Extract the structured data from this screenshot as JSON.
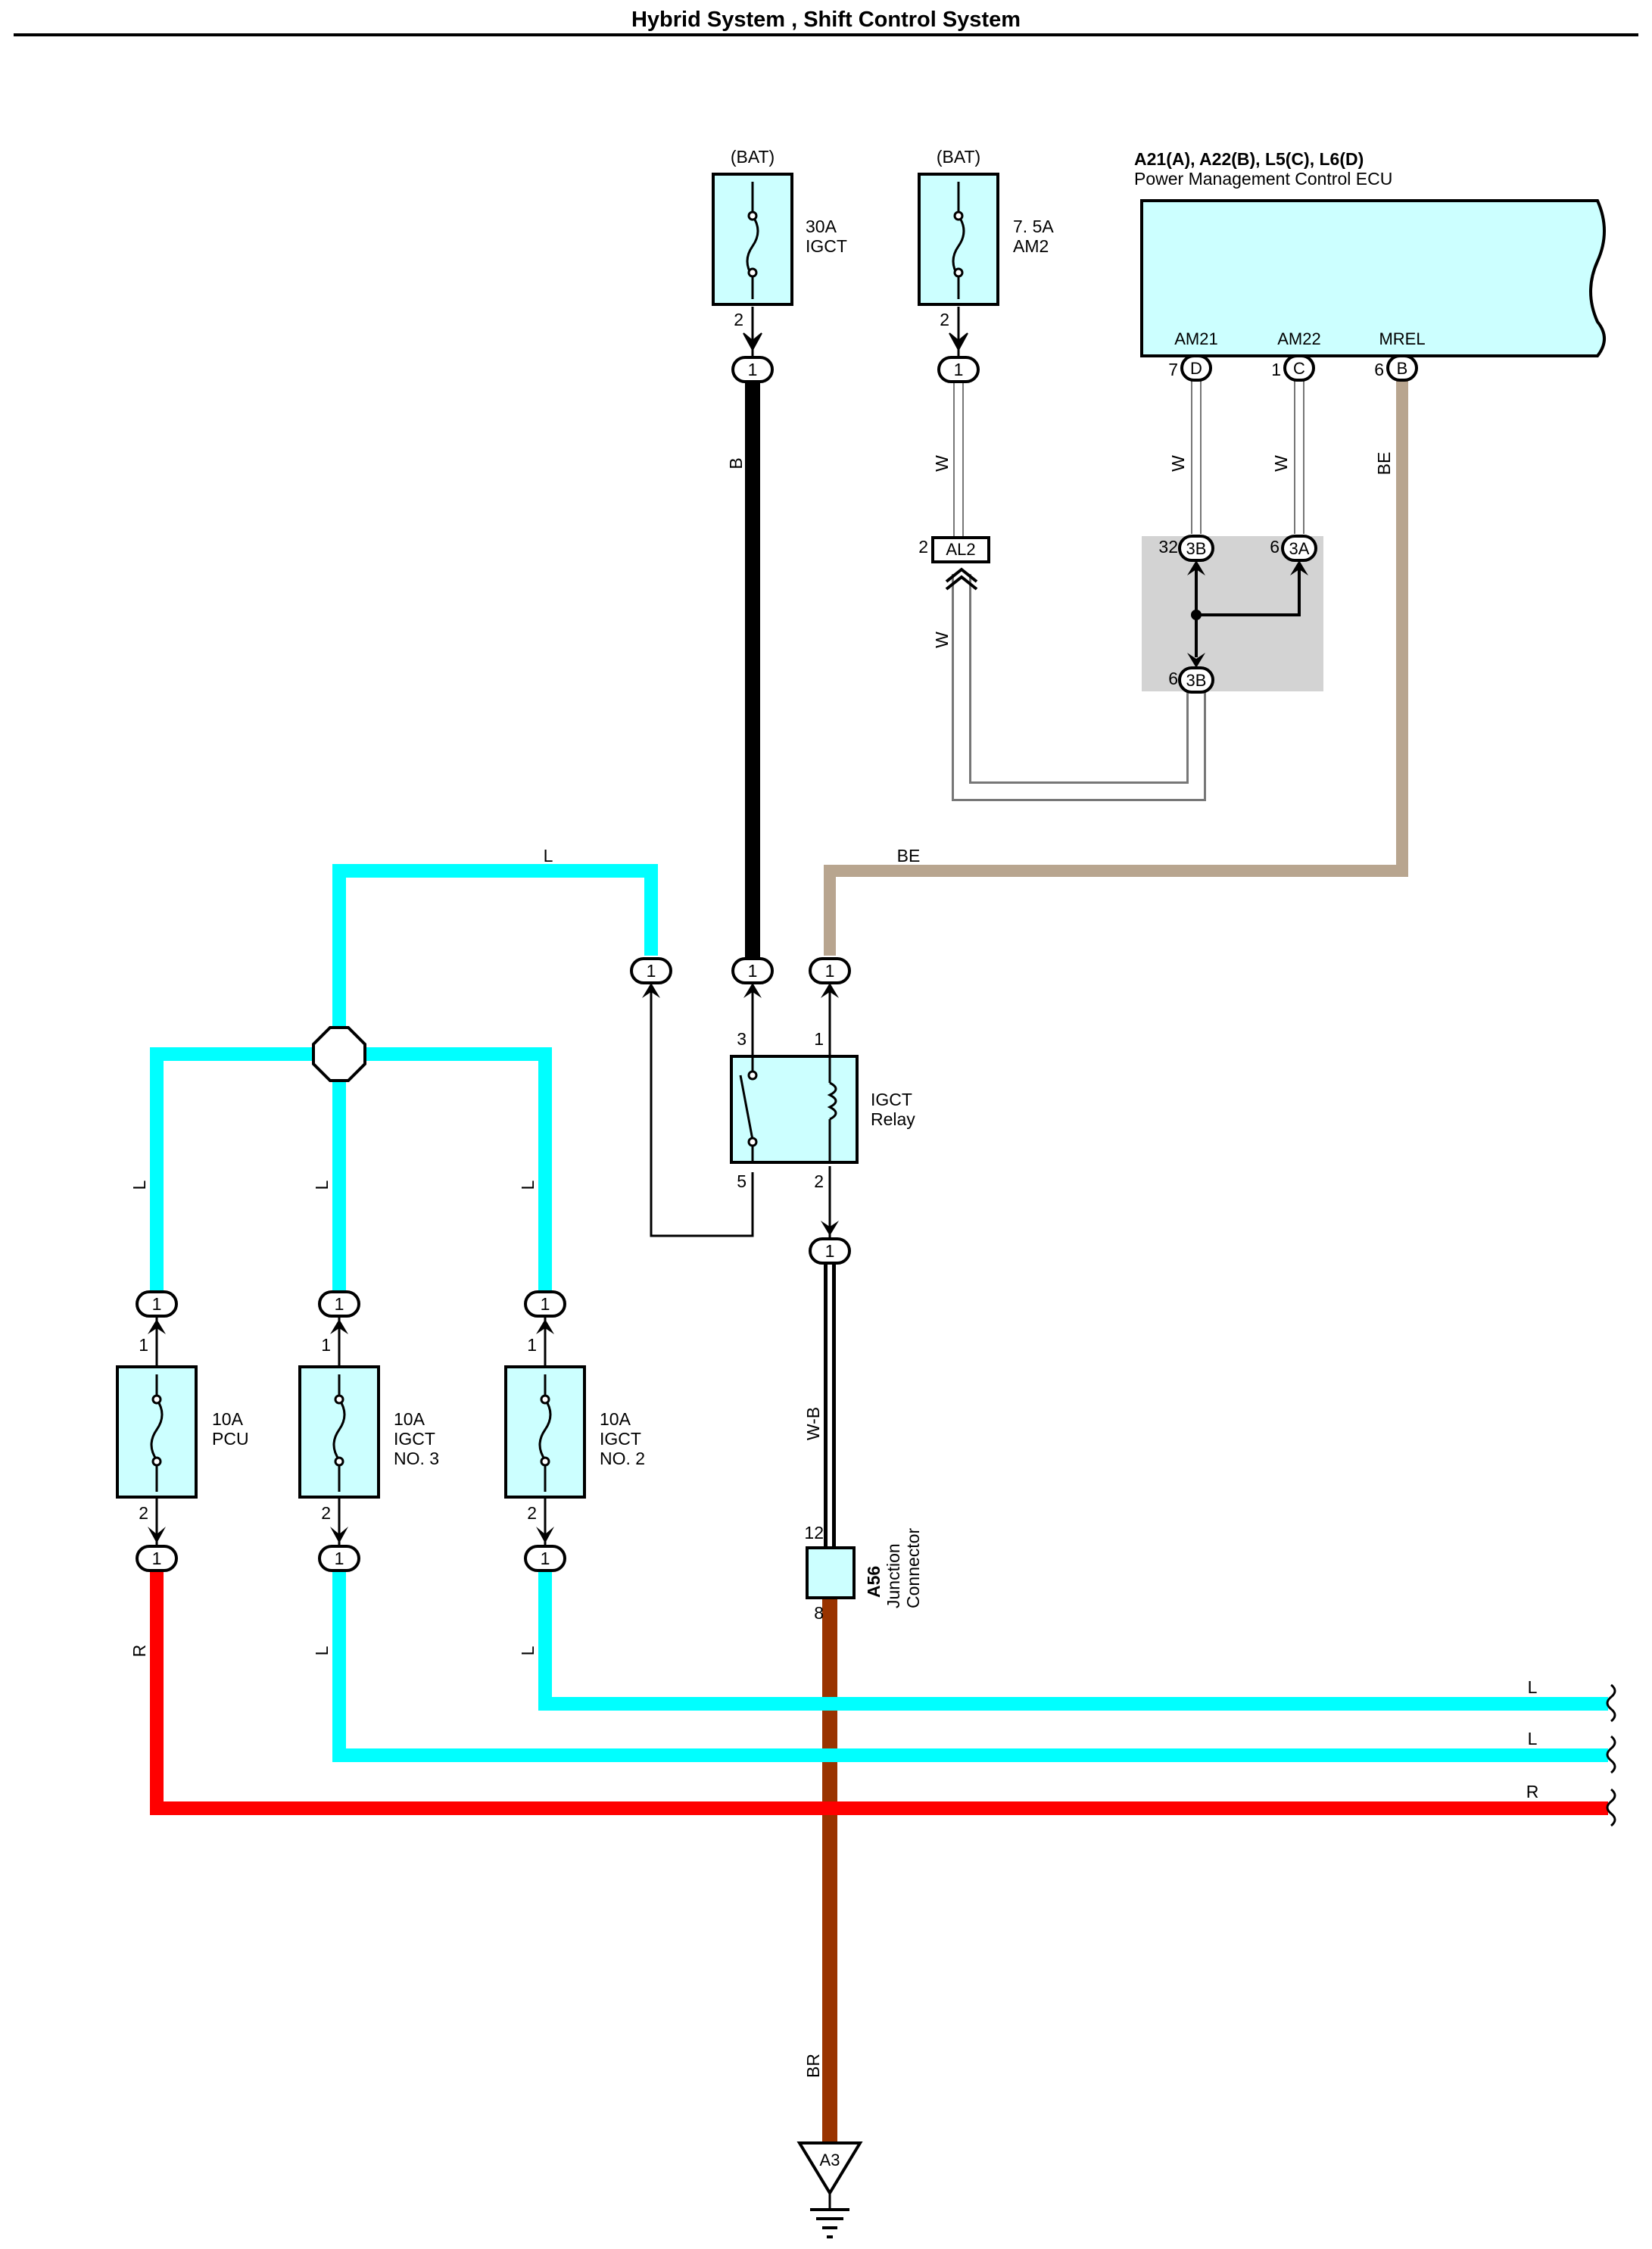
{
  "header": {
    "title": "Hybrid System , Shift Control System"
  },
  "colors": {
    "L": "#00ffff",
    "R": "#ff0000",
    "B": "#000000",
    "BE": "#b8a58f",
    "BR": "#993300",
    "W": "#ffffff",
    "W-B": "#ffffff",
    "component_fill": "#ccffff",
    "junction_block_fill": "#d3d3d3"
  },
  "fuses": [
    {
      "id": "igct-30a",
      "rating": "30A",
      "name": "IGCT",
      "source": "(BAT)",
      "pin_out": "2"
    },
    {
      "id": "am2-7.5a",
      "rating": "7. 5A",
      "name": "AM2",
      "source": "(BAT)",
      "pin_out": "2"
    },
    {
      "id": "pcu-10a",
      "rating": "10A",
      "name": "PCU",
      "pin_in": "1",
      "pin_out": "2"
    },
    {
      "id": "igct-no3-10a",
      "rating": "10A",
      "name": "IGCT",
      "name2": "NO. 3",
      "pin_in": "1",
      "pin_out": "2"
    },
    {
      "id": "igct-no2-10a",
      "rating": "10A",
      "name": "IGCT",
      "name2": "NO. 2",
      "pin_in": "1",
      "pin_out": "2"
    }
  ],
  "ecu": {
    "codes": "A21(A), A22(B), L5(C), L6(D)",
    "name": "Power Management Control ECU",
    "pins": [
      {
        "label": "AM21",
        "pin": "7",
        "connector": "D"
      },
      {
        "label": "AM22",
        "pin": "1",
        "connector": "C"
      },
      {
        "label": "MREL",
        "pin": "6",
        "connector": "B"
      }
    ]
  },
  "relay": {
    "name": "IGCT",
    "name2": "Relay",
    "pins": [
      "3",
      "1",
      "5",
      "2"
    ]
  },
  "connector_al2": {
    "label": "AL2",
    "pin": "2"
  },
  "junction_block": [
    {
      "pin": "32",
      "label": "3B"
    },
    {
      "pin": "6",
      "label": "3A"
    },
    {
      "pin": "6",
      "label": "3B"
    }
  ],
  "junction_connector": {
    "code": "A56",
    "name": "Junction",
    "name2": "Connector",
    "pin_top": "12",
    "pin_bottom": "8"
  },
  "ground": {
    "label": "A3"
  },
  "terminal_label": "1",
  "wire_labels": {
    "b": "B",
    "w": "W",
    "be": "BE",
    "l": "L",
    "wb": "W-B",
    "r": "R",
    "br": "BR"
  }
}
